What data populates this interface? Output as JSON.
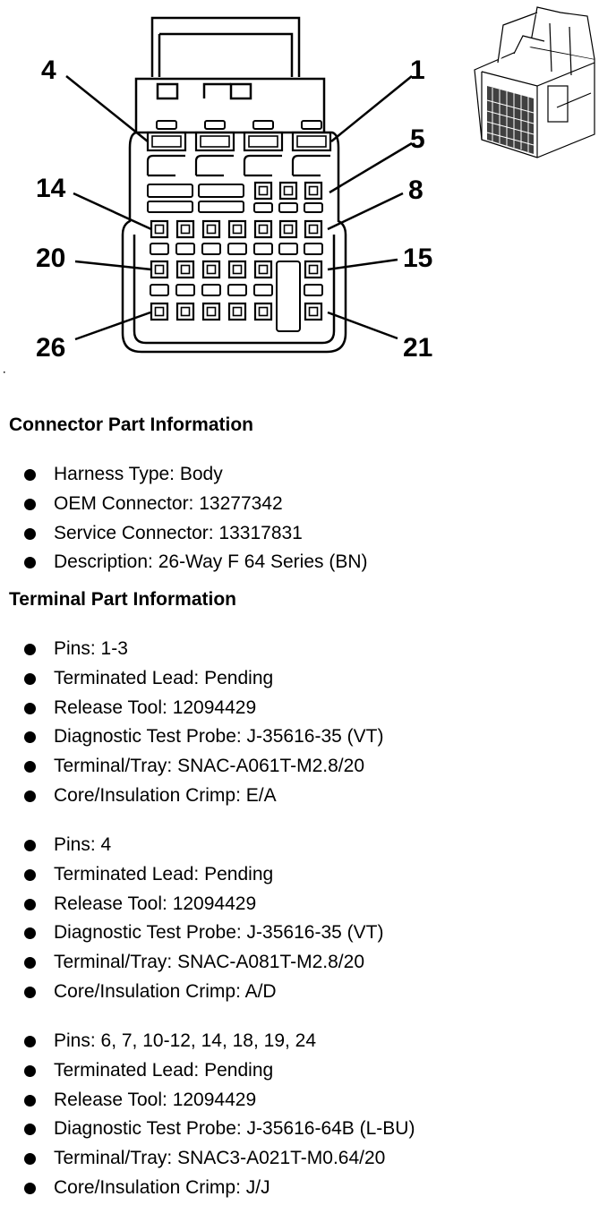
{
  "diagram": {
    "pin_labels": [
      "4",
      "1",
      "5",
      "14",
      "8",
      "20",
      "15",
      "26",
      "21"
    ]
  },
  "connector_info": {
    "heading": "Connector Part Information",
    "items": [
      "Harness Type: Body",
      "OEM Connector: 13277342",
      "Service Connector: 13317831",
      "Description: 26-Way F 64 Series (BN)"
    ]
  },
  "terminal_info": {
    "heading": "Terminal Part Information",
    "groups": [
      [
        "Pins: 1-3",
        "Terminated Lead: Pending",
        "Release Tool: 12094429",
        "Diagnostic Test Probe: J-35616-35 (VT)",
        "Terminal/Tray: SNAC-A061T-M2.8/20",
        "Core/Insulation Crimp: E/A"
      ],
      [
        "Pins: 4",
        "Terminated Lead: Pending",
        "Release Tool: 12094429",
        "Diagnostic Test Probe: J-35616-35 (VT)",
        "Terminal/Tray: SNAC-A081T-M2.8/20",
        "Core/Insulation Crimp: A/D"
      ],
      [
        "Pins: 6, 7, 10-12, 14, 18, 19, 24",
        "Terminated Lead: Pending",
        "Release Tool: 12094429",
        "Diagnostic Test Probe: J-35616-64B (L-BU)",
        "Terminal/Tray: SNAC3-A021T-M0.64/20",
        "Core/Insulation Crimp: J/J"
      ]
    ]
  }
}
